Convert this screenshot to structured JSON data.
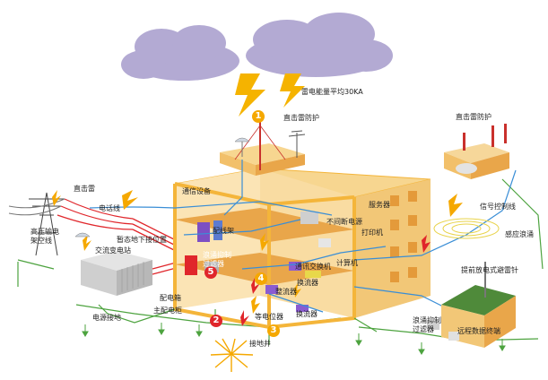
{
  "labels": {
    "lightning_energy": "雷电能量平均30KA",
    "direct_protect_main": "直击雷防护",
    "direct_protect_right": "直击雷防护",
    "direct_strike": "直击雷",
    "phone_line": "电话线",
    "hv_line": "高压输电\n架空线",
    "ac_substation": "交流变电站",
    "underground_pos": "暂态地下接位置",
    "comm_equipment": "通信设备",
    "distribution_frame": "配线架",
    "surge_protector": "浪涌抑制\n过滤器",
    "distribution_box": "配电箱",
    "power_ground": "电源接地",
    "main_panel": "主配电柜",
    "equipotential": "等电位器",
    "ground_well": "接地井",
    "server": "服务器",
    "ups": "不间断电源",
    "printer": "打印机",
    "computer": "计算机",
    "comm_switch": "通讯交换机",
    "sw_flow": "换流器",
    "sw_flow_small": "换流器",
    "rectifier": "整流器",
    "signal_ctrl": "信号控制线",
    "induction_surge": "感应浪涌",
    "early_arrester": "提前放电式避雷针",
    "remote_terminal": "远程数据终端",
    "outdoor_surge": "浪涌抑制\n过滤器"
  },
  "badges": [
    "1",
    "2",
    "3",
    "4",
    "5"
  ],
  "colors": {
    "cloud": "#b3aad3",
    "building_wall": "#f2c777",
    "building_floor": "#e9a64a",
    "frame": "#f4b53a",
    "cable_blue": "#3a8ed6",
    "cable_red": "#e0262b",
    "ground_green": "#4da33f",
    "badge_yellow": "#f5a800",
    "badge_red": "#e0262b"
  }
}
